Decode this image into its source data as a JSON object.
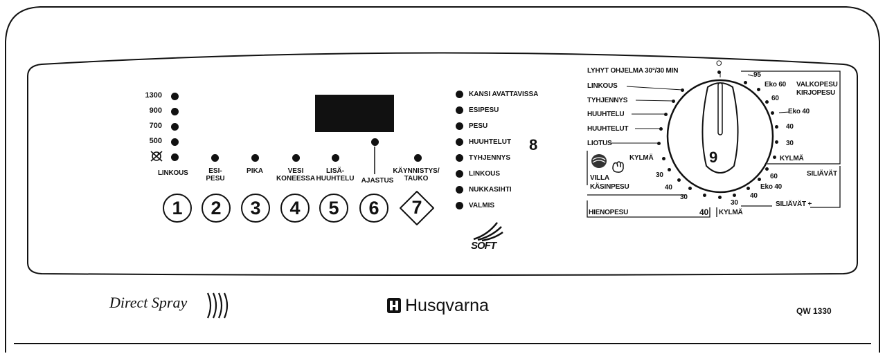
{
  "spin_speeds": [
    "1300",
    "900",
    "700",
    "500"
  ],
  "spin_label": "LINKOUS",
  "buttons": [
    {
      "num": "1",
      "label": ""
    },
    {
      "num": "2",
      "label": "ESI-\nPESU"
    },
    {
      "num": "3",
      "label": "PIKA"
    },
    {
      "num": "4",
      "label": "VESI\nKONEESSA"
    },
    {
      "num": "5",
      "label": "LISÄ-\nHUUHTELU"
    },
    {
      "num": "6",
      "label": "AJASTUS"
    },
    {
      "num": "7",
      "label": "KÄYNNISTYS/\nTAUKO"
    }
  ],
  "status_lights": [
    "KANSI AVATTAVISSA",
    "ESIPESU",
    "PESU",
    "HUUHTELUT",
    "TYHJENNYS",
    "LINKOUS",
    "NUKKASIHTI",
    "VALMIS"
  ],
  "callout_status": "8",
  "callout_dial": "9",
  "soft_logo": "SOFT",
  "dial": {
    "off_symbol": "O",
    "left_programs": [
      "LYHYT OHJELMA 30°/30 MIN",
      "LINKOUS",
      "TYHJENNYS",
      "HUUHTELU",
      "HUUHTELUT",
      "LIOTUS"
    ],
    "wool_cold": "KYLMÄ",
    "wool_temps": [
      "30",
      "40"
    ],
    "wool_label": [
      "VILLA",
      "KÄSINPESU"
    ],
    "delicate_temps": [
      "30",
      "40"
    ],
    "delicate_label": "HIENOPESU",
    "delicate_cold": "KYLMÄ",
    "easycare_temps": [
      "30",
      "40",
      "60"
    ],
    "easycare_eko": "Eko 40",
    "easycare_label1": "SILIÄVÄT",
    "easycare_label2": "SILIÄVÄT +",
    "cotton_temps": [
      "95",
      "60",
      "40",
      "30"
    ],
    "cotton_eko60": "Eko 60",
    "cotton_eko40": "Eko 40",
    "cotton_cold": "KYLMÄ",
    "cotton_label": [
      "VALKOPESU",
      "KIRJOPESU"
    ]
  },
  "brand_left": "Direct Spray",
  "brand_center": "Husqvarna",
  "model": "QW 1330"
}
